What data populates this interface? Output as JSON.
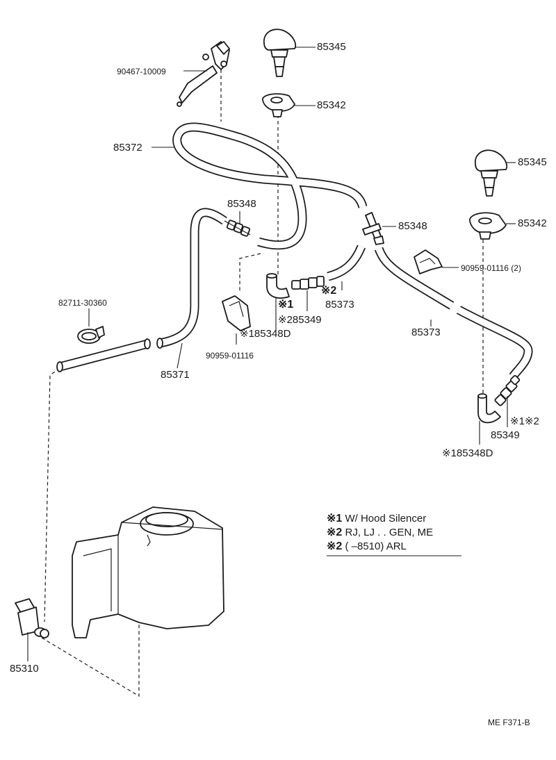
{
  "labels": {
    "nozzle_a": "85345",
    "nozzle_b": "85345",
    "grommet_a": "85342",
    "grommet_b": "85342",
    "bracket_top": "90467-10009",
    "hose_top": "85372",
    "joint_left": "85348",
    "joint_right": "85348",
    "clip_right": "90959-01116 (2)",
    "clamp": "82711-30360",
    "hose_left": "85371",
    "clip_left": "90959-01116",
    "hose_center": "85373",
    "hose_right": "85373",
    "mark_c1": "※1",
    "mark_c2": "※2",
    "center_85349": "※285349",
    "center_85348d": "※185348D",
    "right_marks": "※1※2",
    "right_85349": "85349",
    "right_85348d": "※185348D",
    "pump": "85310",
    "diagram_code": "ME  F371-B"
  },
  "legend": {
    "line1_mark": "※1",
    "line1_text": "W/ Hood Silencer",
    "line2_mark": "※2",
    "line2_text": "RJ, LJ . . GEN, ME",
    "line3_mark": "※2",
    "line3_text": "(        –8510) ARL"
  }
}
